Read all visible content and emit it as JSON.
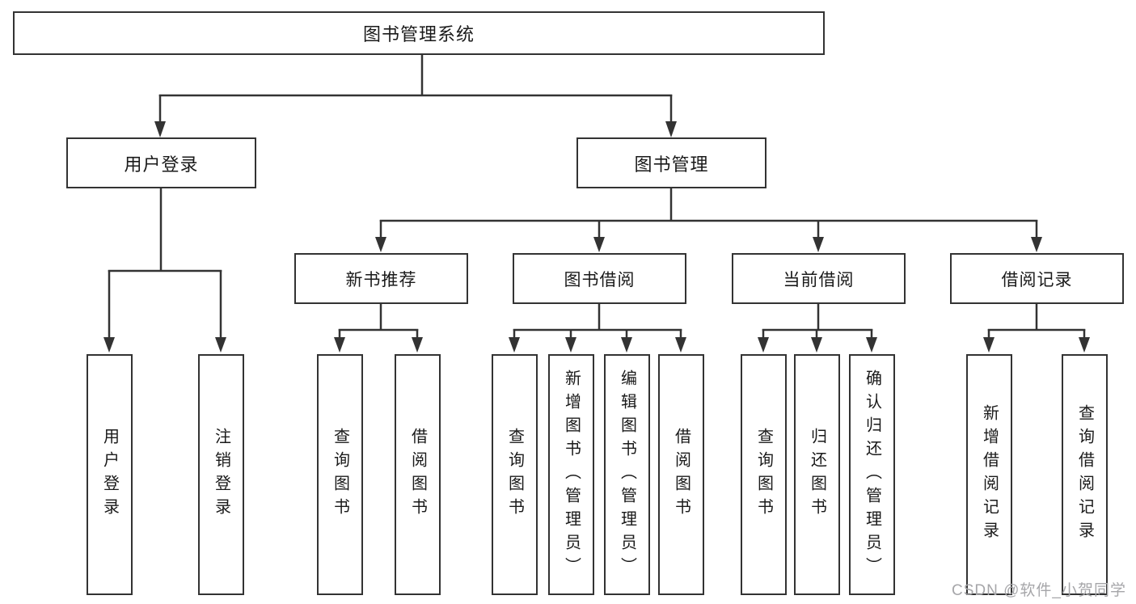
{
  "diagram": {
    "root": {
      "label": "图书管理系统"
    },
    "branches": [
      {
        "label": "用户登录",
        "children": [
          {
            "label": "用户登录"
          },
          {
            "label": "注销登录"
          }
        ]
      },
      {
        "label": "图书管理",
        "children": [
          {
            "label": "新书推荐",
            "children": [
              {
                "label": "查询图书"
              },
              {
                "label": "借阅图书"
              }
            ]
          },
          {
            "label": "图书借阅",
            "children": [
              {
                "label": "查询图书"
              },
              {
                "label": "新增图书（管理员）"
              },
              {
                "label": "编辑图书（管理员）"
              },
              {
                "label": "借阅图书"
              }
            ]
          },
          {
            "label": "当前借阅",
            "children": [
              {
                "label": "查询图书"
              },
              {
                "label": "归还图书"
              },
              {
                "label": "确认归还（管理员）"
              }
            ]
          },
          {
            "label": "借阅记录",
            "children": [
              {
                "label": "新增借阅记录"
              },
              {
                "label": "查询借阅记录"
              }
            ]
          }
        ]
      }
    ]
  },
  "watermark": "CSDN @软件_小贺同学",
  "colors": {
    "line": "#333333",
    "text": "#1a1a1a",
    "watermark": "#a6a6a9",
    "background": "#ffffff"
  }
}
